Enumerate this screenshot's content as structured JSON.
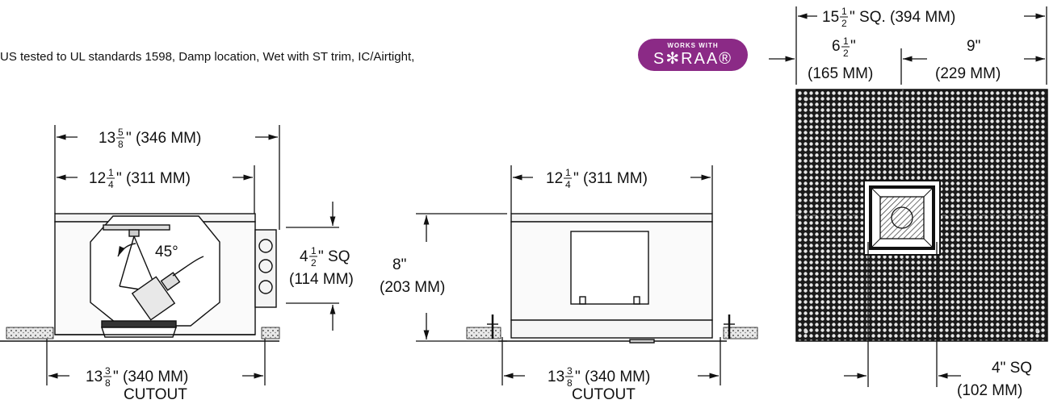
{
  "note": {
    "text": "US tested to UL standards 1598, Damp location, Wet with ST trim, IC/Airtight,",
    "badge_top": "WORKS WITH",
    "badge_main": "S✻RAA®"
  },
  "dimensions": {
    "top_right": {
      "whole": "15",
      "num": "1",
      "den": "2",
      "rest": "\" SQ. (394 MM)"
    },
    "right_left_seg": {
      "whole": "6",
      "num": "1",
      "den": "2",
      "line2": "(165 MM)"
    },
    "right_right_seg": {
      "line1": "9\"",
      "line2": "(229 MM)"
    },
    "left_overall": {
      "whole": "13",
      "num": "5",
      "den": "8",
      "rest": "\" (346 MM)"
    },
    "left_housing": {
      "whole": "12",
      "num": "1",
      "den": "4",
      "rest": "\" (311 MM)"
    },
    "left_angle": "45°",
    "left_aperture": {
      "whole": "4",
      "num": "1",
      "den": "2",
      "rest": "\" SQ",
      "line2": "(114 MM)"
    },
    "left_cutout": {
      "whole": "13",
      "num": "3",
      "den": "8",
      "rest": "\" (340 MM)",
      "line2": "CUTOUT"
    },
    "middle_housing": {
      "whole": "12",
      "num": "1",
      "den": "4",
      "rest": "\" (311 MM)"
    },
    "middle_height": {
      "line1": "8\"",
      "line2": "(203 MM)"
    },
    "middle_cutout": {
      "whole": "13",
      "num": "3",
      "den": "8",
      "rest": "\" (340 MM)",
      "line2": "CUTOUT"
    },
    "bottom_right": {
      "line1": "4\" SQ",
      "line2": "(102 MM)"
    }
  }
}
